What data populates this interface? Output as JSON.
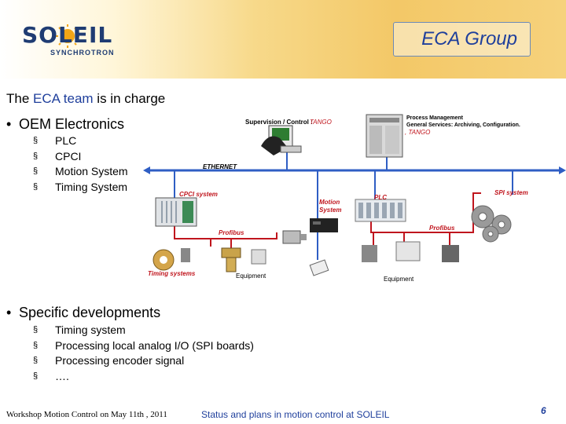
{
  "header": {
    "logo_text": "SOLEIL",
    "logo_sub": "SYNCHROTRON",
    "title": "ECA Group"
  },
  "subtitle": {
    "pre": "The ",
    "highlight": "ECA team",
    "post": " is in charge"
  },
  "section1": {
    "heading": "OEM Electronics",
    "items": [
      "PLC",
      "CPCI",
      "Motion System",
      "Timing System"
    ]
  },
  "section2": {
    "heading": "Specific developments",
    "items": [
      "Timing system",
      "Processing local analog I/O (SPI boards)",
      "Processing encoder signal",
      "…."
    ]
  },
  "diagram": {
    "supervision": "Supervision / Control :",
    "tango1": "TANGO",
    "process_line1": "Process Management",
    "process_line2": "General Services: Archiving, Configuration.",
    "tango2": ", TANGO",
    "ethernet": "ETHERNET",
    "cpci": "CPCI system",
    "motion_line1": "Motion",
    "motion_line2": "System",
    "plc": "PLC",
    "spi": "SPI system",
    "profibus1": "Profibus",
    "profibus2": "Profibus",
    "timing": "Timing systems",
    "equipment1": "Equipment",
    "equipment2": "Equipment"
  },
  "footer": {
    "left": "Workshop Motion Control on May 11th , 2011",
    "middle": "Status and plans in motion control at SOLEIL",
    "page": "6"
  },
  "colors": {
    "accent_blue": "#1f3f9c",
    "label_red": "#c0151d",
    "bus_blue": "#2f5ec4"
  }
}
